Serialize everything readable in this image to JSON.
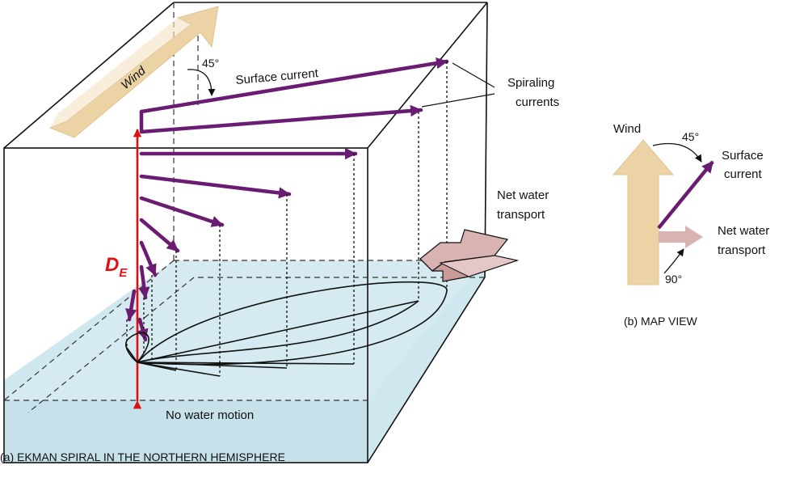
{
  "panel_a": {
    "caption": "(a) EKMAN SPIRAL IN THE NORTHERN HEMISPHERE",
    "wind_label": "Wind",
    "angle_label": "45°",
    "surface_current_label": "Surface current",
    "spiraling_label_1": "Spiraling",
    "spiraling_label_2": "currents",
    "net_transport_label_1": "Net water",
    "net_transport_label_2": "transport",
    "depth_label_main": "D",
    "depth_label_sub": "E",
    "no_motion_label": "No water motion"
  },
  "panel_b": {
    "caption": "(b) MAP VIEW",
    "wind_label": "Wind",
    "angle_45_label": "45°",
    "surface_current_label_1": "Surface",
    "surface_current_label_2": "current",
    "net_transport_label_1": "Net water",
    "net_transport_label_2": "transport",
    "angle_90_label": "90°"
  },
  "colors": {
    "current": "#6a1b72",
    "depth_axis": "#e01010",
    "wind_fill": "#ecd3a6",
    "transport_fill": "#d9b2b2",
    "water_fill": "#cfe7ee",
    "outline": "#111111"
  }
}
